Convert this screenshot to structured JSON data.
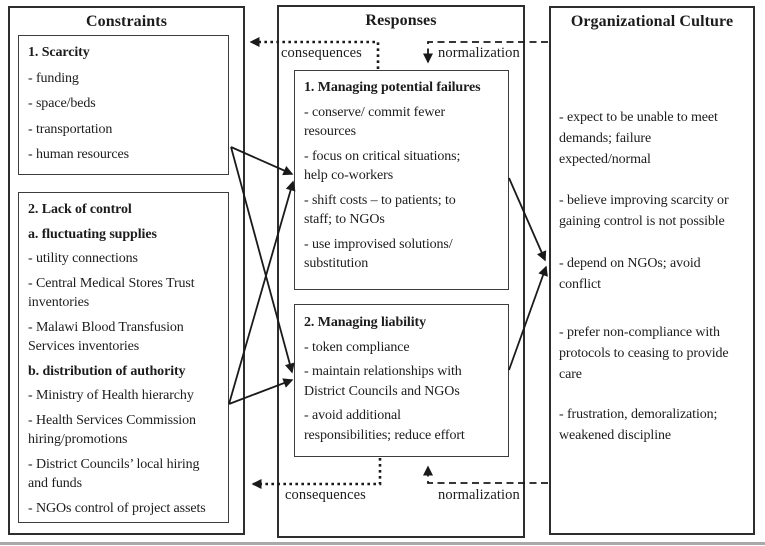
{
  "figure": {
    "colors": {
      "line": "#1a1a1a",
      "border": "#2e2e2e",
      "background": "#ffffff",
      "text": "#1c1c1c"
    },
    "constraints": {
      "title": "Constraints",
      "scarcity": {
        "title": "1. Scarcity",
        "items": [
          "- funding",
          "- space/beds",
          "- transportation",
          "- human resources"
        ]
      },
      "lack_of_control": {
        "title": "2. Lack of control",
        "subtitle_a": "a. fluctuating supplies",
        "items_a": [
          "- utility connections",
          "- Central Medical Stores Trust\ninventories",
          "- Malawi Blood Transfusion\nServices inventories"
        ],
        "subtitle_b": "b. distribution of authority",
        "items_b": [
          "- Ministry of Health hierarchy",
          "- Health Services Commission\nhiring/promotions",
          "- District Councils’ local hiring\nand funds",
          "- NGOs control of project assets"
        ]
      }
    },
    "responses": {
      "title": "Responses",
      "box1": {
        "title": "1. Managing potential failures",
        "items": [
          "- conserve/ commit fewer\nresources",
          "- focus on critical situations;\nhelp co-workers",
          "- shift costs – to patients; to\nstaff; to NGOs",
          "- use improvised solutions/\nsubstitution"
        ]
      },
      "box2": {
        "title": "2. Managing liability",
        "items": [
          "- token compliance",
          "- maintain relationships with\nDistrict Councils and NGOs",
          "- avoid additional\nresponsibilities; reduce effort"
        ]
      }
    },
    "culture": {
      "title": "Organizational Culture",
      "items": [
        "- expect to be unable to meet\ndemands; failure\nexpected/normal",
        "- believe improving scarcity or\ngaining control is not possible",
        "- depend on NGOs; avoid\nconflict",
        "- prefer non-compliance with\nprotocols to ceasing to provide\ncare",
        "- frustration, demoralization;\nweakened discipline"
      ]
    },
    "labels": {
      "consequences_top": "consequences",
      "normalization_top": "normalization",
      "consequences_bottom": "consequences",
      "normalization_bottom": "normalization"
    }
  }
}
